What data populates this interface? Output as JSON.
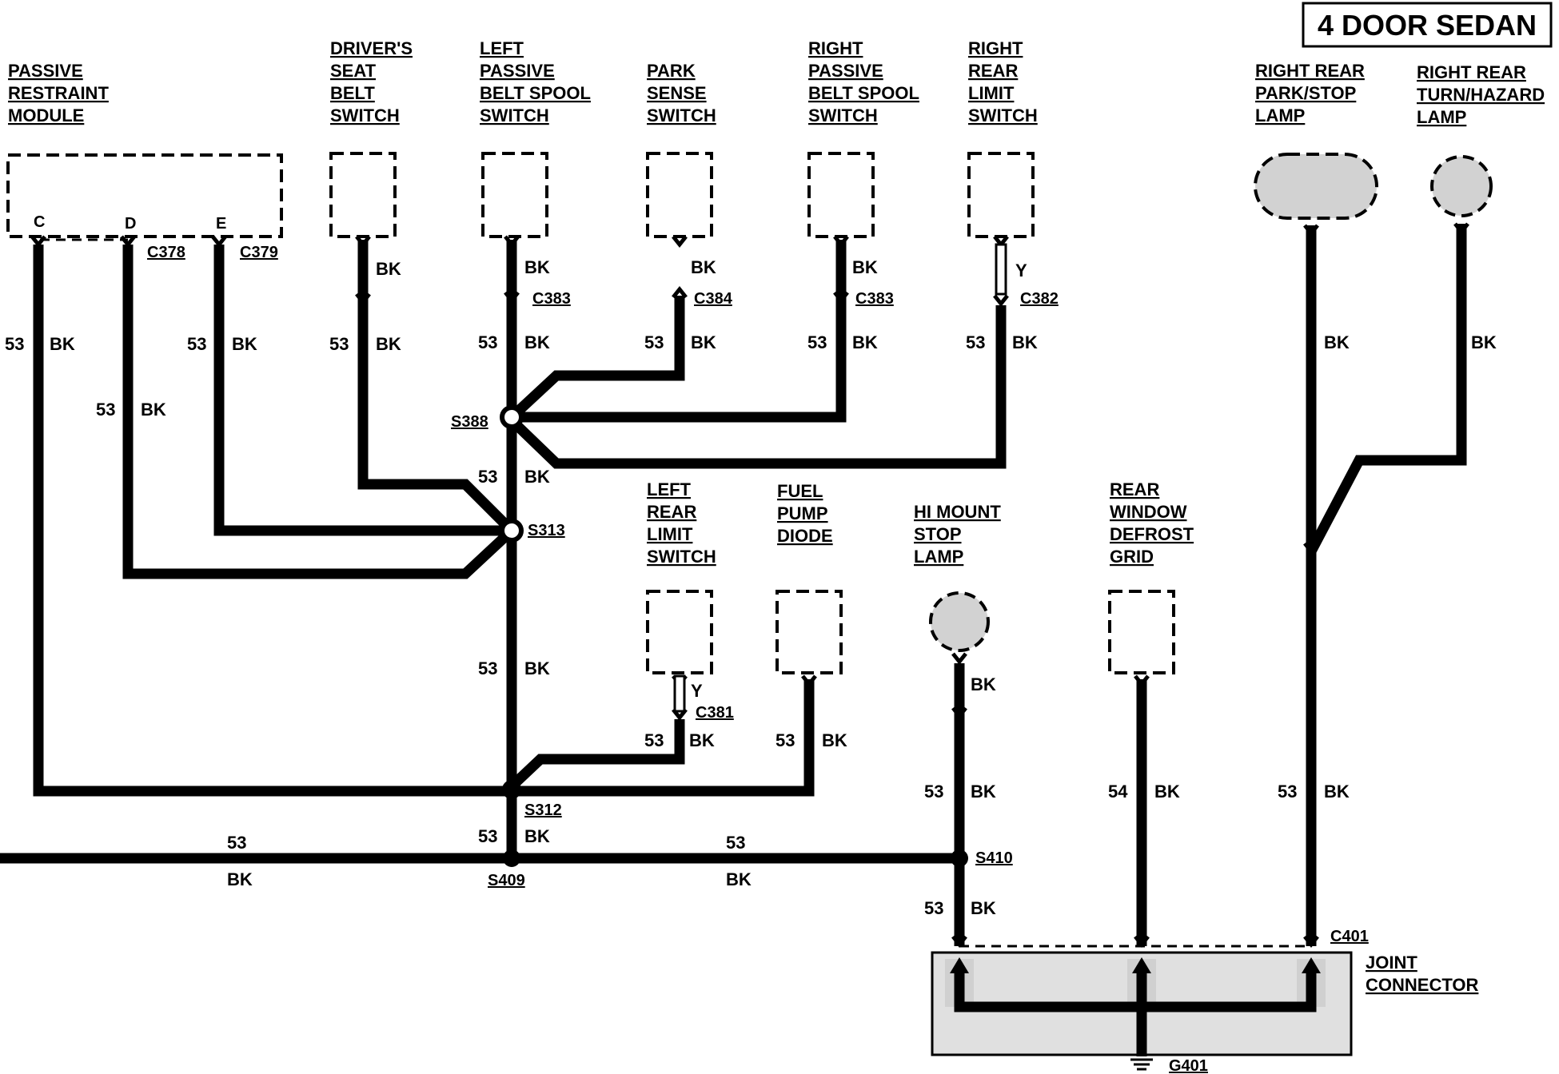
{
  "title": "4 DOOR SEDAN",
  "components": {
    "prm": [
      "PASSIVE",
      "RESTRAINT",
      "MODULE"
    ],
    "prm_pins": [
      "C",
      "D",
      "E"
    ],
    "driver_seat": [
      "DRIVER'S",
      "SEAT",
      "BELT",
      "SWITCH"
    ],
    "left_spool": [
      "LEFT",
      "PASSIVE",
      "BELT SPOOL",
      "SWITCH"
    ],
    "park_sense": [
      "PARK",
      "SENSE",
      "SWITCH"
    ],
    "right_spool": [
      "RIGHT",
      "PASSIVE",
      "BELT SPOOL",
      "SWITCH"
    ],
    "right_limit": [
      "RIGHT",
      "REAR",
      "LIMIT",
      "SWITCH"
    ],
    "rr_park": [
      "RIGHT REAR",
      "PARK/STOP",
      "LAMP"
    ],
    "rr_turn": [
      "RIGHT REAR",
      "TURN/HAZARD",
      "LAMP"
    ],
    "left_limit": [
      "LEFT",
      "REAR",
      "LIMIT",
      "SWITCH"
    ],
    "fuel_pump": [
      "FUEL",
      "PUMP",
      "DIODE"
    ],
    "hi_mount": [
      "HI MOUNT",
      "STOP",
      "LAMP"
    ],
    "rear_defrost": [
      "REAR",
      "WINDOW",
      "DEFROST",
      "GRID"
    ],
    "joint": [
      "JOINT",
      "CONNECTOR"
    ]
  },
  "connectors": {
    "c378": "C378",
    "c379": "C379",
    "c383": "C383",
    "c384": "C384",
    "c382": "C382",
    "c381": "C381",
    "c401": "C401"
  },
  "splices": {
    "s388": "S388",
    "s313": "S313",
    "s312": "S312",
    "s409": "S409",
    "s410": "S410"
  },
  "ground": "G401",
  "wires": {
    "num53": "53",
    "num54": "54",
    "bk": "BK",
    "y": "Y"
  }
}
